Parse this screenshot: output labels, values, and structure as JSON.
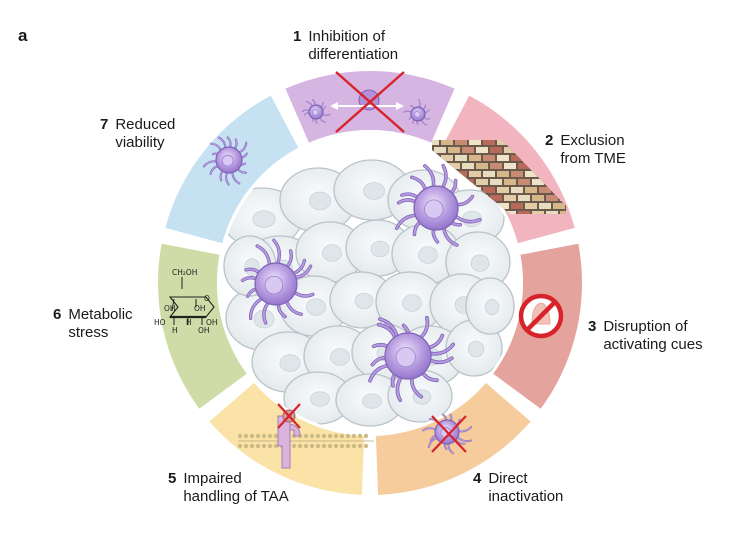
{
  "panel_label": "a",
  "segments": [
    {
      "number": "1",
      "line1": "Inhibition of",
      "line2": "differentiation",
      "color": "#d7b5e3"
    },
    {
      "number": "2",
      "line1": "Exclusion",
      "line2": "from TME",
      "color": "#f2b5c0"
    },
    {
      "number": "3",
      "line1": "Disruption of",
      "line2": "activating cues",
      "color": "#e4a39c"
    },
    {
      "number": "4",
      "line1": "Direct",
      "line2": "inactivation",
      "color": "#f6cc9c"
    },
    {
      "number": "5",
      "line1": "Impaired",
      "line2": "handling of TAA",
      "color": "#fbe3a7"
    },
    {
      "number": "6",
      "line1": "Metabolic",
      "line2": "stress",
      "color": "#cfdca8"
    },
    {
      "number": "7",
      "line1": "Reduced",
      "line2": "viability",
      "color": "#c6e1f2"
    }
  ],
  "glucose": {
    "ch2oh": "CH₂OH",
    "o": "O",
    "oh_left": "OH",
    "oh_mid": "OH",
    "ho": "HO",
    "h_mid": "H",
    "oh_right": "OH",
    "h_bottom": "H",
    "oh_bottom": "OH"
  },
  "colors": {
    "dc_fill": "#b79be0",
    "dc_stroke": "#7e62b6",
    "cell_fill": "#edf1f3",
    "cell_stroke": "#b9c3c8",
    "prohibit": "#d8232a"
  }
}
